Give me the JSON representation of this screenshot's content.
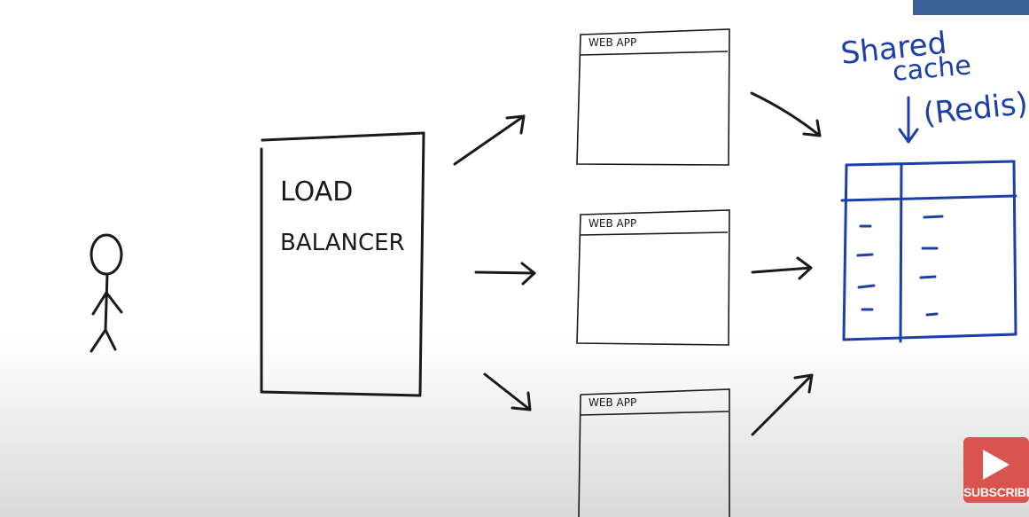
{
  "diagram": {
    "load_balancer_label_line1": "LOAD",
    "load_balancer_label_line2": "BALANCER",
    "web_app_labels": [
      "WEB  APP",
      "WEB  APP",
      "WEB  APP"
    ],
    "cache_label_line1": "Shared",
    "cache_label_line2": "cache",
    "cache_label_line3": "(Redis)"
  },
  "overlay": {
    "subscribe_label": "SUBSCRIBE"
  },
  "colors": {
    "ink_black": "#1a1a1a",
    "ink_blue": "#1c3fa8",
    "subscribe_red": "#d9534f",
    "corner_tab_blue": "#3b5e96"
  }
}
